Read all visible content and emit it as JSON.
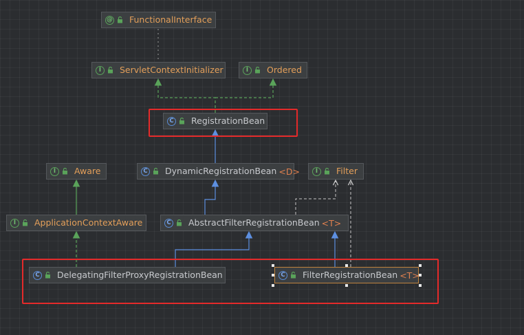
{
  "nodes": {
    "functional_interface": {
      "name": "FunctionalInterface",
      "kind": "annotation"
    },
    "servlet_context_initializer": {
      "name": "ServletContextInitializer",
      "kind": "interface"
    },
    "ordered": {
      "name": "Ordered",
      "kind": "interface"
    },
    "registration_bean": {
      "name": "RegistrationBean",
      "kind": "class"
    },
    "aware": {
      "name": "Aware",
      "kind": "interface"
    },
    "dynamic_registration_bean": {
      "name": "DynamicRegistrationBean",
      "generic": "<D>",
      "kind": "class"
    },
    "filter": {
      "name": "Filter",
      "kind": "interface"
    },
    "application_context_aware": {
      "name": "ApplicationContextAware",
      "kind": "interface"
    },
    "abstract_filter_registration_bean": {
      "name": "AbstractFilterRegistrationBean",
      "generic": "<T>",
      "kind": "class"
    },
    "delegating_filter_proxy_registration_bean": {
      "name": "DelegatingFilterProxyRegistrationBean",
      "kind": "class"
    },
    "filter_registration_bean": {
      "name": "FilterRegistrationBean",
      "generic": "<T>",
      "kind": "class",
      "selected": true
    }
  },
  "colors": {
    "extends_edge": "#5d8fe0",
    "implements_edge": "#5aa35a",
    "realizes_dashed_edge": "#c8c8c8",
    "highlight_box": "#e52a2a",
    "interface_name": "#e39f5a",
    "class_name": "#c8cace"
  }
}
